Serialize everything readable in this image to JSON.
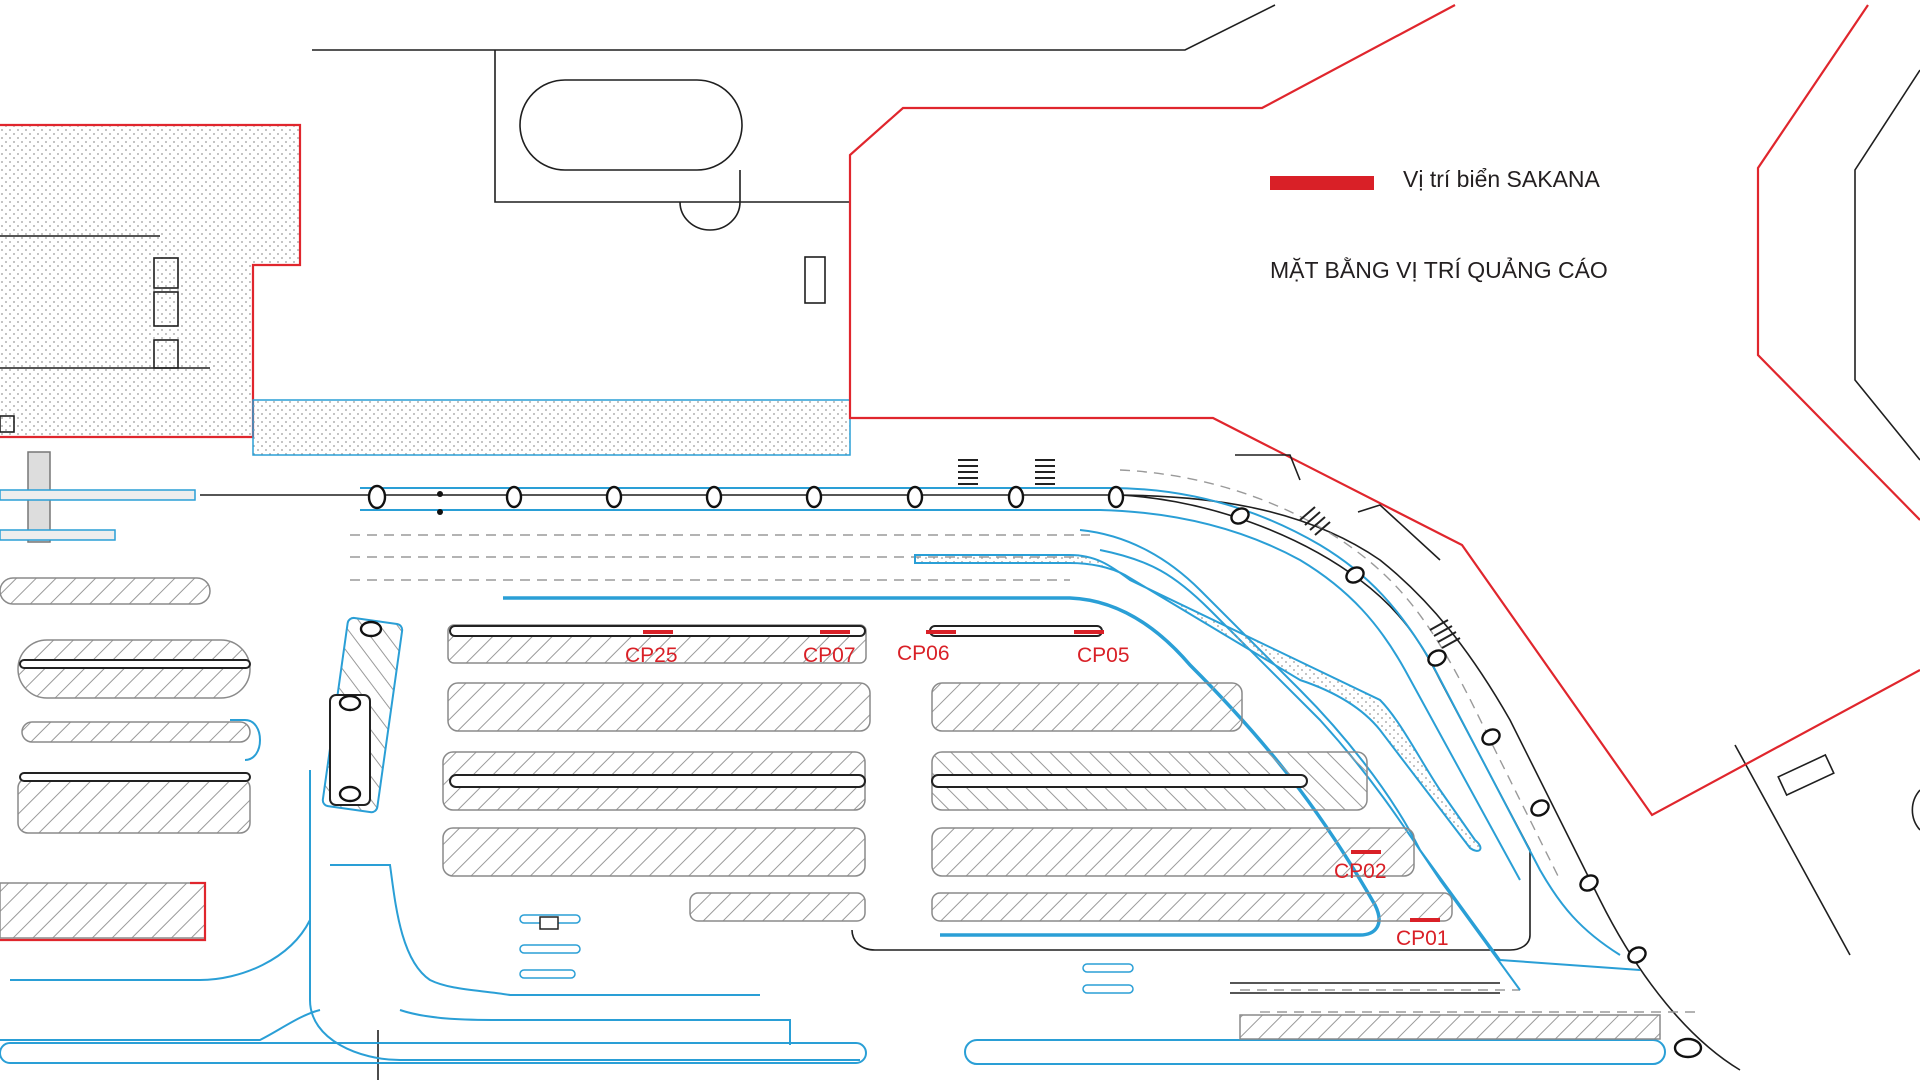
{
  "legend": {
    "sign_label": "Vị trí biển SAKANA",
    "sign_color": "#d92027"
  },
  "title": "MẶT BẰNG VỊ TRÍ QUẢNG CÁO",
  "sign_positions": [
    {
      "id": "cp25",
      "label": "CP25"
    },
    {
      "id": "cp07",
      "label": "CP07"
    },
    {
      "id": "cp06",
      "label": "CP06"
    },
    {
      "id": "cp05",
      "label": "CP05"
    },
    {
      "id": "cp02",
      "label": "CP02"
    },
    {
      "id": "cp01",
      "label": "CP01"
    }
  ],
  "colors": {
    "boundary": "#e0262d",
    "curb": "#2a9fd6",
    "outline": "#1f1f1f"
  }
}
